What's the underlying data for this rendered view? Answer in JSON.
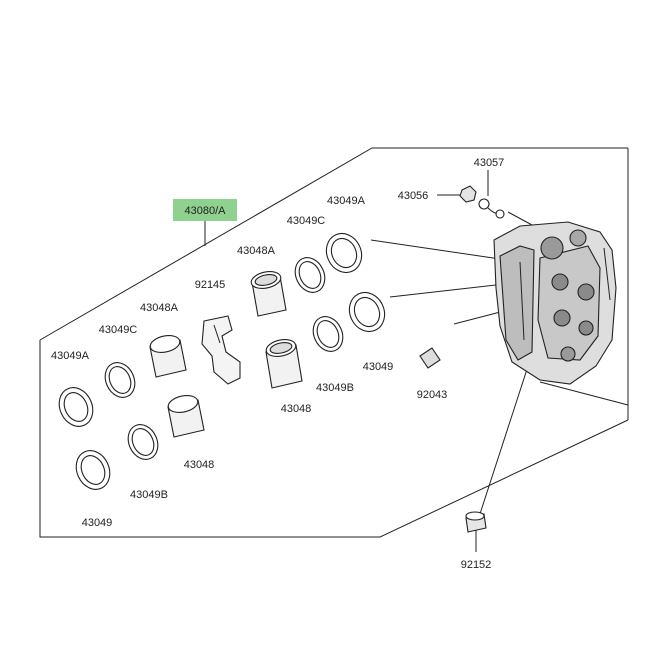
{
  "diagram": {
    "assembly_label": "43080/A",
    "assembly_highlight_color": "#8fd18f",
    "parts": {
      "p43057": "43057",
      "p43056": "43056",
      "p43049A_top": "43049A",
      "p43049C_top": "43049C",
      "p43048A_top": "43048A",
      "p92145": "92145",
      "p43048A_left": "43048A",
      "p43049C_left": "43049C",
      "p43049A_left": "43049A",
      "p43049_right": "43049",
      "p43049B_right": "43049B",
      "p43048_right": "43048",
      "p92043": "92043",
      "p43048_left": "43048",
      "p43049B_left": "43049B",
      "p43049_left": "43049",
      "p92152": "92152"
    }
  }
}
